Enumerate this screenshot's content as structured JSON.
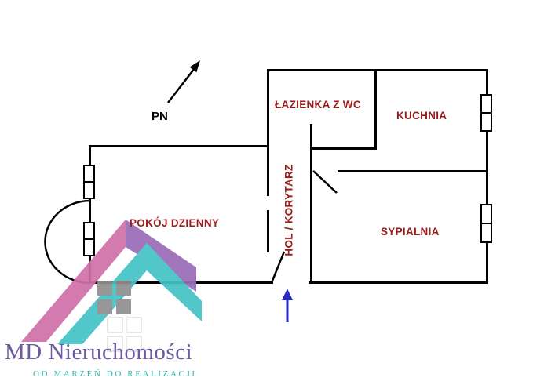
{
  "plan": {
    "north_label": "PN",
    "rooms": [
      {
        "name": "lazienka",
        "label": "ŁAZIENKA Z WC"
      },
      {
        "name": "kuchnia",
        "label": "KUCHNIA"
      },
      {
        "name": "pokoj-dzienny",
        "label": "POKÓJ DZIENNY"
      },
      {
        "name": "hol-korytarz",
        "label": "HOL / KORYTARZ"
      },
      {
        "name": "sypialnia",
        "label": "SYPIALNIA"
      }
    ],
    "colors": {
      "walls": "#000000",
      "room_label": "#9b1a1a",
      "entrance_arrow": "#2b2bc4"
    }
  },
  "watermark": {
    "brand": "MD Nieruchomości",
    "tagline": "OD MARZEŃ DO REALIZACJI",
    "colors": {
      "brand": "#6e5aa0",
      "tagline": "#2fb3a8",
      "roof_pink": "#d070aa",
      "roof_purple": "#9a6cb8",
      "roof_teal": "#44c3c6",
      "window_gray": "#8f8f8f"
    }
  }
}
